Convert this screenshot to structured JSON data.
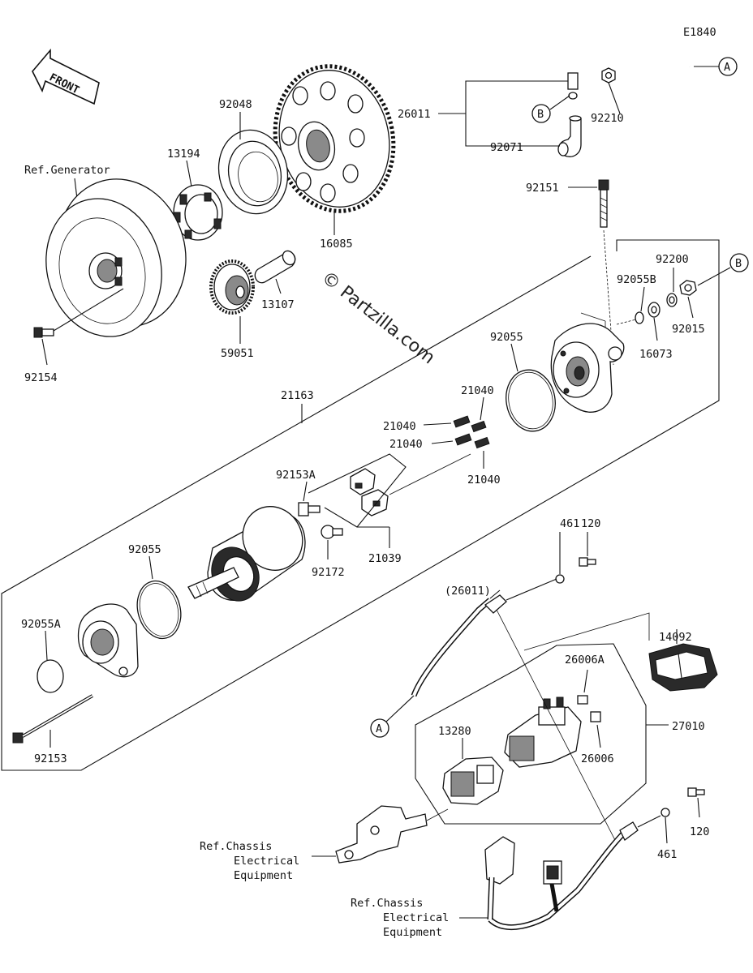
{
  "diagram_code": "E1840",
  "front_arrow": "FRONT",
  "watermark": "© Partzilla.com",
  "ref_labels": {
    "generator": "Ref.Generator",
    "chassis1": [
      "Ref.Chassis",
      "Electrical",
      "Equipment"
    ],
    "chassis2": [
      "Ref.Chassis",
      "Electrical",
      "Equipment"
    ]
  },
  "callout_letters": {
    "a1": "A",
    "b1": "B",
    "b2": "B",
    "a2": "A"
  },
  "parts": {
    "p26011": "26011",
    "p92210": "92210",
    "p92071": "92071",
    "p92048": "92048",
    "p13194": "13194",
    "p16085": "16085",
    "p92151": "92151",
    "p92200": "92200",
    "p92055B": "92055B",
    "p92015": "92015",
    "p16073": "16073",
    "p13107": "13107",
    "p59051": "59051",
    "p92154": "92154",
    "p92055_top": "92055",
    "p21163": "21163",
    "p21040_a": "21040",
    "p21040_b": "21040",
    "p21040_c": "21040",
    "p21040_d": "21040",
    "p92153A": "92153A",
    "p92172": "92172",
    "p21039": "21039",
    "p461_top": "461",
    "p120_top": "120",
    "p92055_bot": "92055",
    "p26011_paren": "(26011)",
    "p14092": "14092",
    "p92055A": "92055A",
    "p26006A": "26006A",
    "p27010": "27010",
    "p26006": "26006",
    "p13280": "13280",
    "p92153": "92153",
    "p120_bot": "120",
    "p461_bot": "461"
  }
}
